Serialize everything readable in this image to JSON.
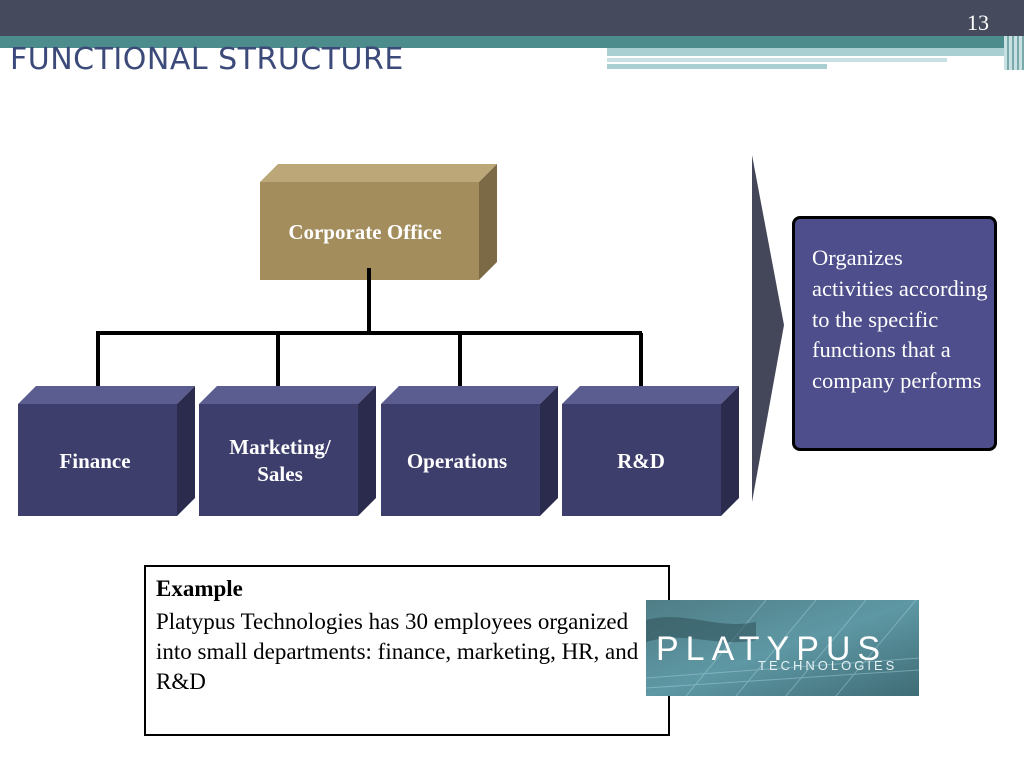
{
  "slide": {
    "number": "13",
    "title": "FUNCTIONAL STRUCTURE"
  },
  "diagram": {
    "top_node": "Corporate Office",
    "departments": [
      {
        "lines": [
          "Finance"
        ]
      },
      {
        "lines": [
          "Marketing/",
          "Sales"
        ]
      },
      {
        "lines": [
          "Operations"
        ]
      },
      {
        "lines": [
          "R&D"
        ]
      }
    ],
    "description": "Organizes activities according to the specific functions that a company performs"
  },
  "example": {
    "heading": "Example",
    "text": "Platypus Technologies has 30 employees organized into small departments: finance, marketing, HR, and R&D"
  },
  "logo": {
    "name": "PLATYPUS",
    "subtitle": "TECHNOLOGIES"
  },
  "colors": {
    "corporate_box": "#a38d5d",
    "department_box": "#3d3e6c",
    "description_box": "#4d4e8b",
    "title": "#3b4a79",
    "banner": "#454a5c",
    "teal": "#4d8c8c"
  }
}
